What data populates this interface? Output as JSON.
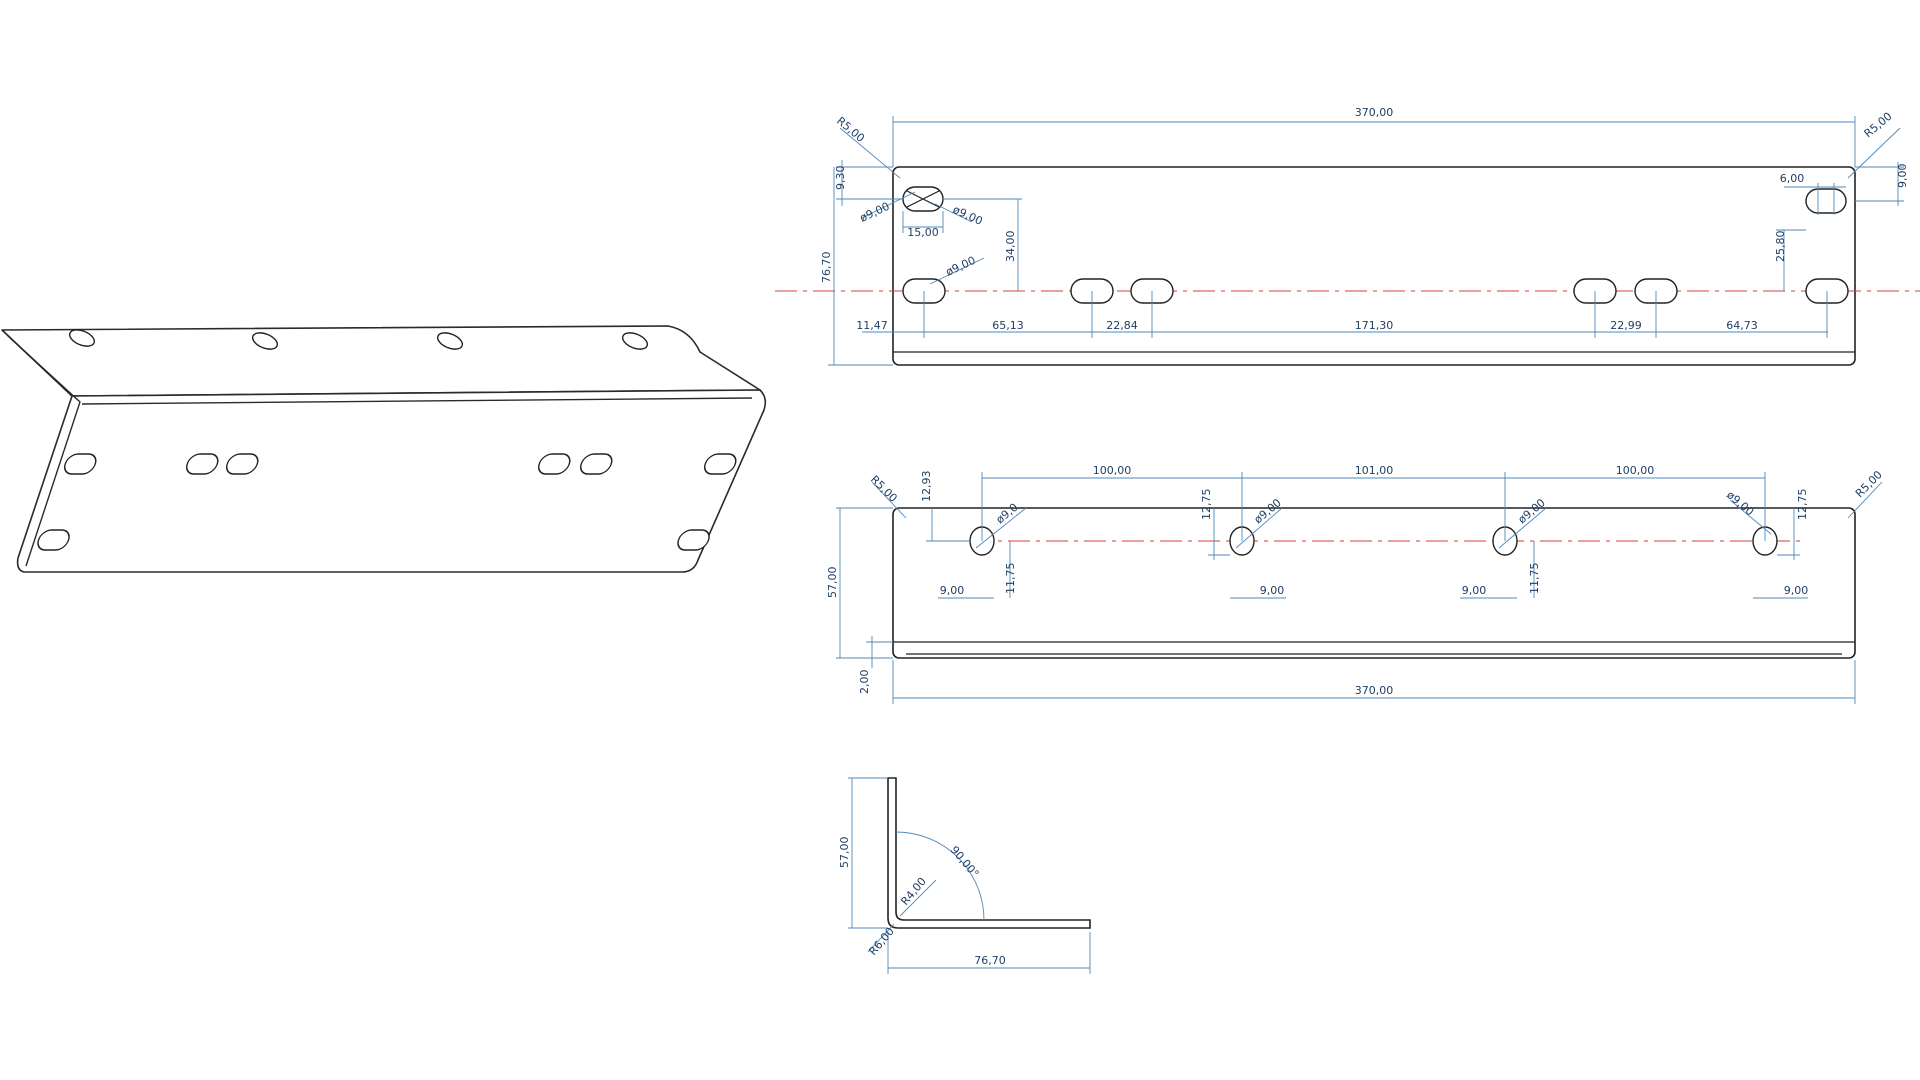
{
  "colors": {
    "outline": "#222222",
    "dimension": "#4f88b8",
    "dimension_text": "#1f3f66",
    "centerline": "#d63c3c",
    "background": "#ffffff"
  },
  "top_view": {
    "length": "370,00",
    "height": "76,70",
    "top_offset_left": "9,30",
    "top_offset_right": "9,00",
    "radius_left": "R5,00",
    "radius_right": "R5,00",
    "slot_width": "15,00",
    "dia_a": "ø9,00",
    "dia_b": "ø9,00",
    "dia_c": "ø9,00",
    "center_drop": "34,00",
    "right_slot_width": "6,00",
    "right_center_drop": "25,80",
    "spacing": [
      "11,47",
      "65,13",
      "22,84",
      "171,30",
      "22,99",
      "64,73"
    ]
  },
  "front_view": {
    "length": "370,00",
    "height": "57,00",
    "thickness": "2,00",
    "radius_left": "R5,00",
    "radius_right": "R5,00",
    "top_offset": "12,93",
    "offset_mid": "12,75",
    "offset_right": "12,75",
    "pitch": [
      "100,00",
      "101,00",
      "100,00"
    ],
    "hole_dias": [
      "ø9,0",
      "ø9,00",
      "ø9,00",
      "ø9,00"
    ],
    "hole_widths": [
      "9,00",
      "9,00",
      "9,00",
      "9,00"
    ],
    "hole_drops": [
      "11,75",
      "11,75"
    ]
  },
  "side_view": {
    "height": "57,00",
    "width": "76,70",
    "angle": "90,00°",
    "inner_radius": "R4,00",
    "outer_radius": "R6,00"
  }
}
